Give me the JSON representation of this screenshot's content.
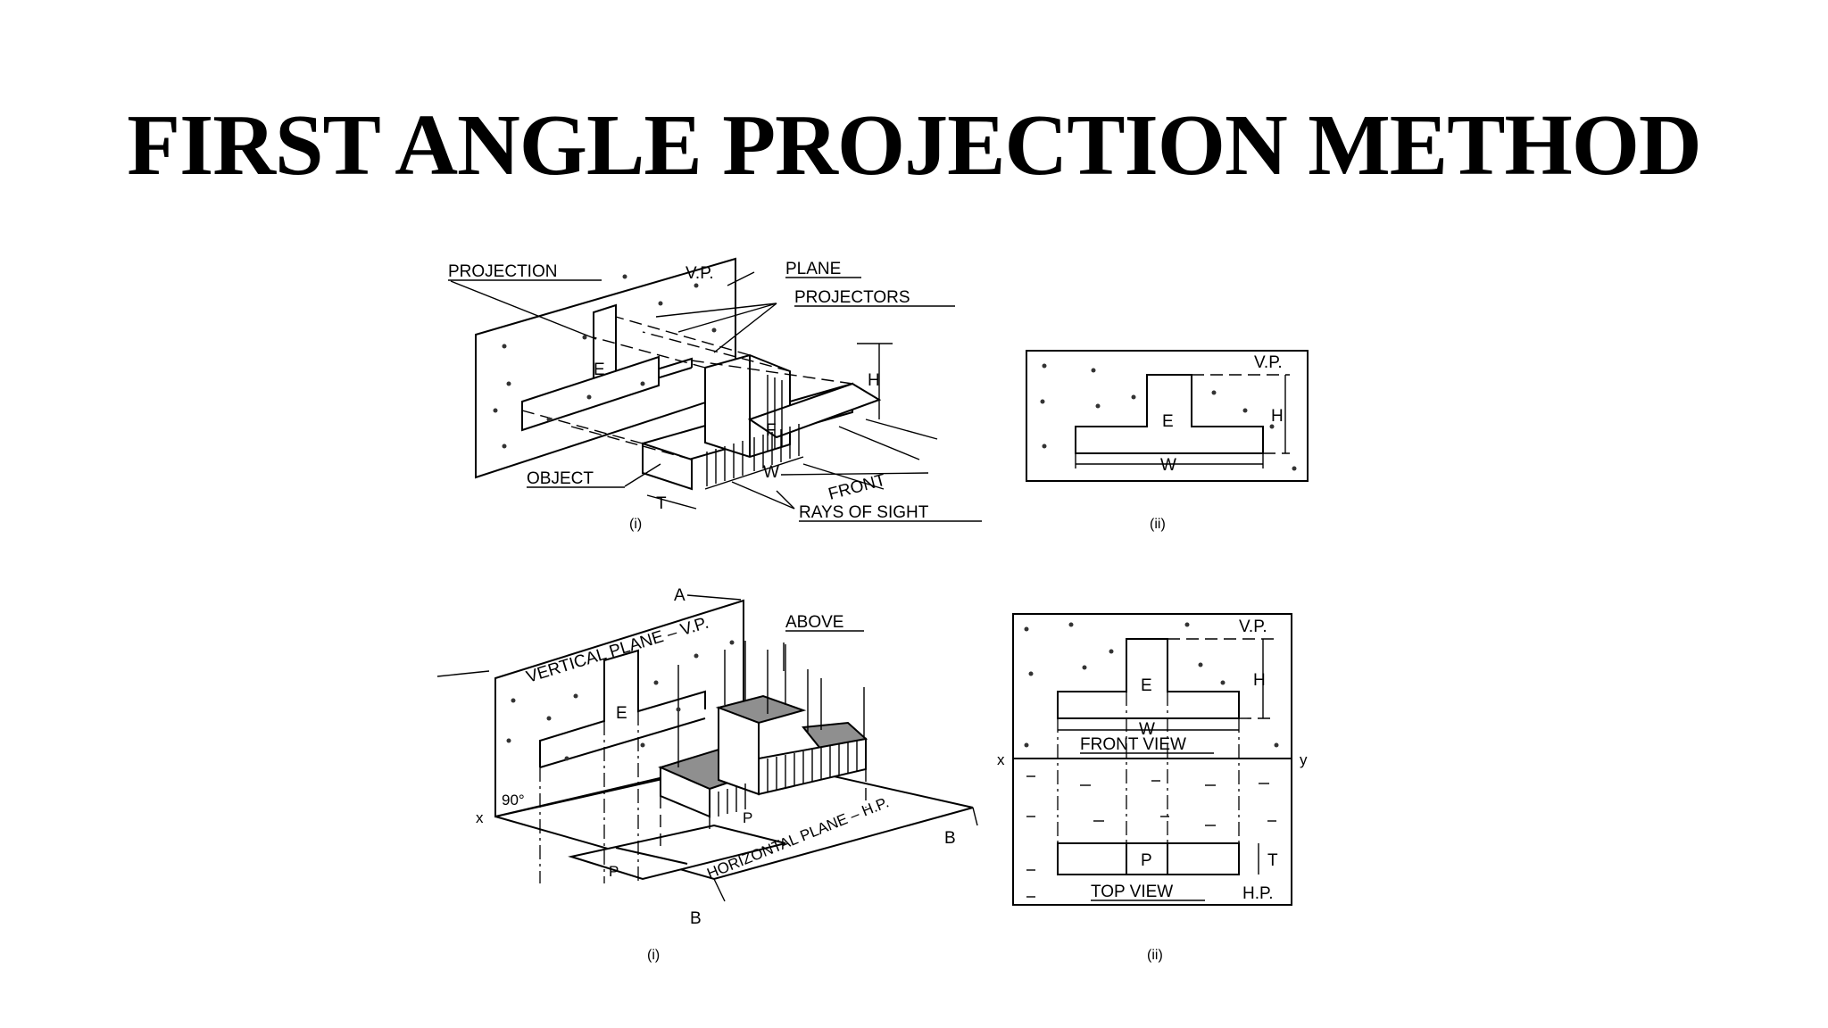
{
  "title": "FIRST ANGLE PROJECTION METHOD",
  "fig1": {
    "projection": "PROJECTION",
    "plane": "PLANE",
    "vp": "V.P.",
    "projectors": "PROJECTORS",
    "object": "OBJECT",
    "front": "FRONT",
    "rays": "RAYS OF SIGHT",
    "E": "E",
    "F": "F",
    "H": "H",
    "W": "W",
    "T": "T",
    "caption": "(i)"
  },
  "fig2": {
    "vp": "V.P.",
    "E": "E",
    "H": "H",
    "W": "W",
    "caption": "(ii)"
  },
  "fig3": {
    "A": "A",
    "above": "ABOVE",
    "vertical_plane": "VERTICAL PLANE – V.P.",
    "horizontal_plane": "HORIZONTAL PLANE – H.P.",
    "E": "E",
    "P": "P",
    "P2": "P",
    "angle": "90°",
    "x": "x",
    "B1": "B",
    "B2": "B",
    "caption": "(i)"
  },
  "fig4": {
    "vp": "V.P.",
    "E": "E",
    "H": "H",
    "W": "W",
    "front_view": "FRONT VIEW",
    "x": "x",
    "y": "y",
    "P": "P",
    "T": "T",
    "top_view": "TOP VIEW",
    "hp": "H.P.",
    "caption": "(ii)"
  }
}
